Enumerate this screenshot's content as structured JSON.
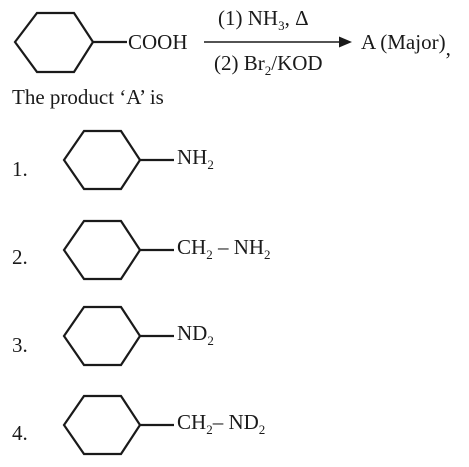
{
  "reaction": {
    "reactant_group": "COOH",
    "step1_label": "(1) NH",
    "step1_sub": "3",
    "step1_tail": ", Δ",
    "step2_label": "(2) Br",
    "step2_sub": "2",
    "step2_tail": "/KOD",
    "product": "A (Major)",
    "trailing_comma": ","
  },
  "question": "The product ‘A’ is",
  "options": [
    {
      "number": "1.",
      "group_main": "NH",
      "group_sub": "2",
      "group_tail": ""
    },
    {
      "number": "2.",
      "group_main": "CH",
      "group_sub": "2",
      "group_tail": " – NH",
      "group_tail_sub": "2"
    },
    {
      "number": "3.",
      "group_main": "ND",
      "group_sub": "2",
      "group_tail": ""
    },
    {
      "number": "4.",
      "group_main": "CH",
      "group_sub": "2",
      "group_tail": "– ND",
      "group_tail_sub": "2"
    }
  ]
}
